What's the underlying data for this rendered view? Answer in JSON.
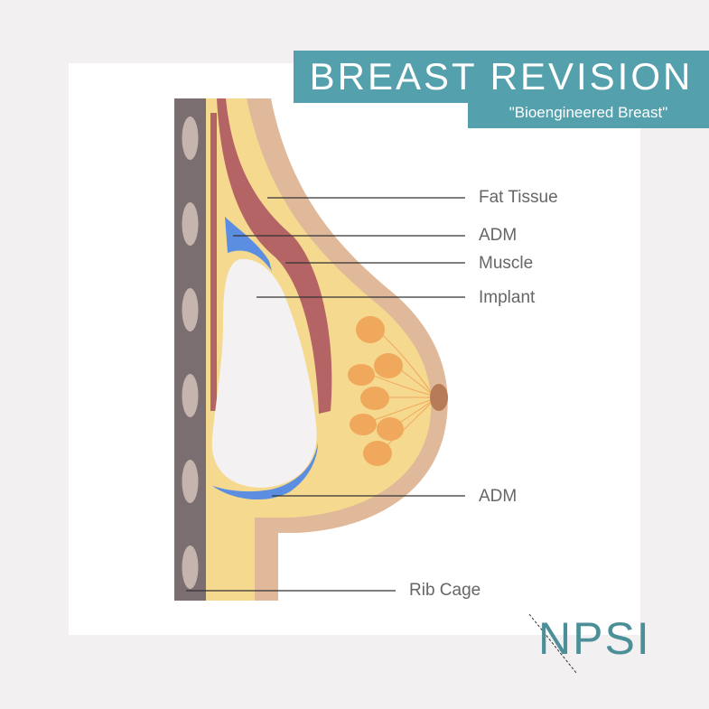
{
  "header": {
    "title": "BREAST REVISION",
    "subtitle": "\"Bioengineered Breast\""
  },
  "labels": {
    "fat_tissue": "Fat Tissue",
    "adm_top": "ADM",
    "muscle": "Muscle",
    "implant": "Implant",
    "adm_bottom": "ADM",
    "rib_cage": "Rib Cage"
  },
  "logo": {
    "text": "NPSI"
  },
  "colors": {
    "background": "#f3f0f1",
    "banner": "#54a0ad",
    "skin": "#dfb99a",
    "fat": "#f5d98f",
    "muscle": "#b56465",
    "adm": "#5b8ee0",
    "implant": "#f3f1f1",
    "rib_wall": "#7b6e70",
    "rib": "#c6b5ae",
    "gland": "#f0a85c",
    "nipple": "#b67b57"
  }
}
